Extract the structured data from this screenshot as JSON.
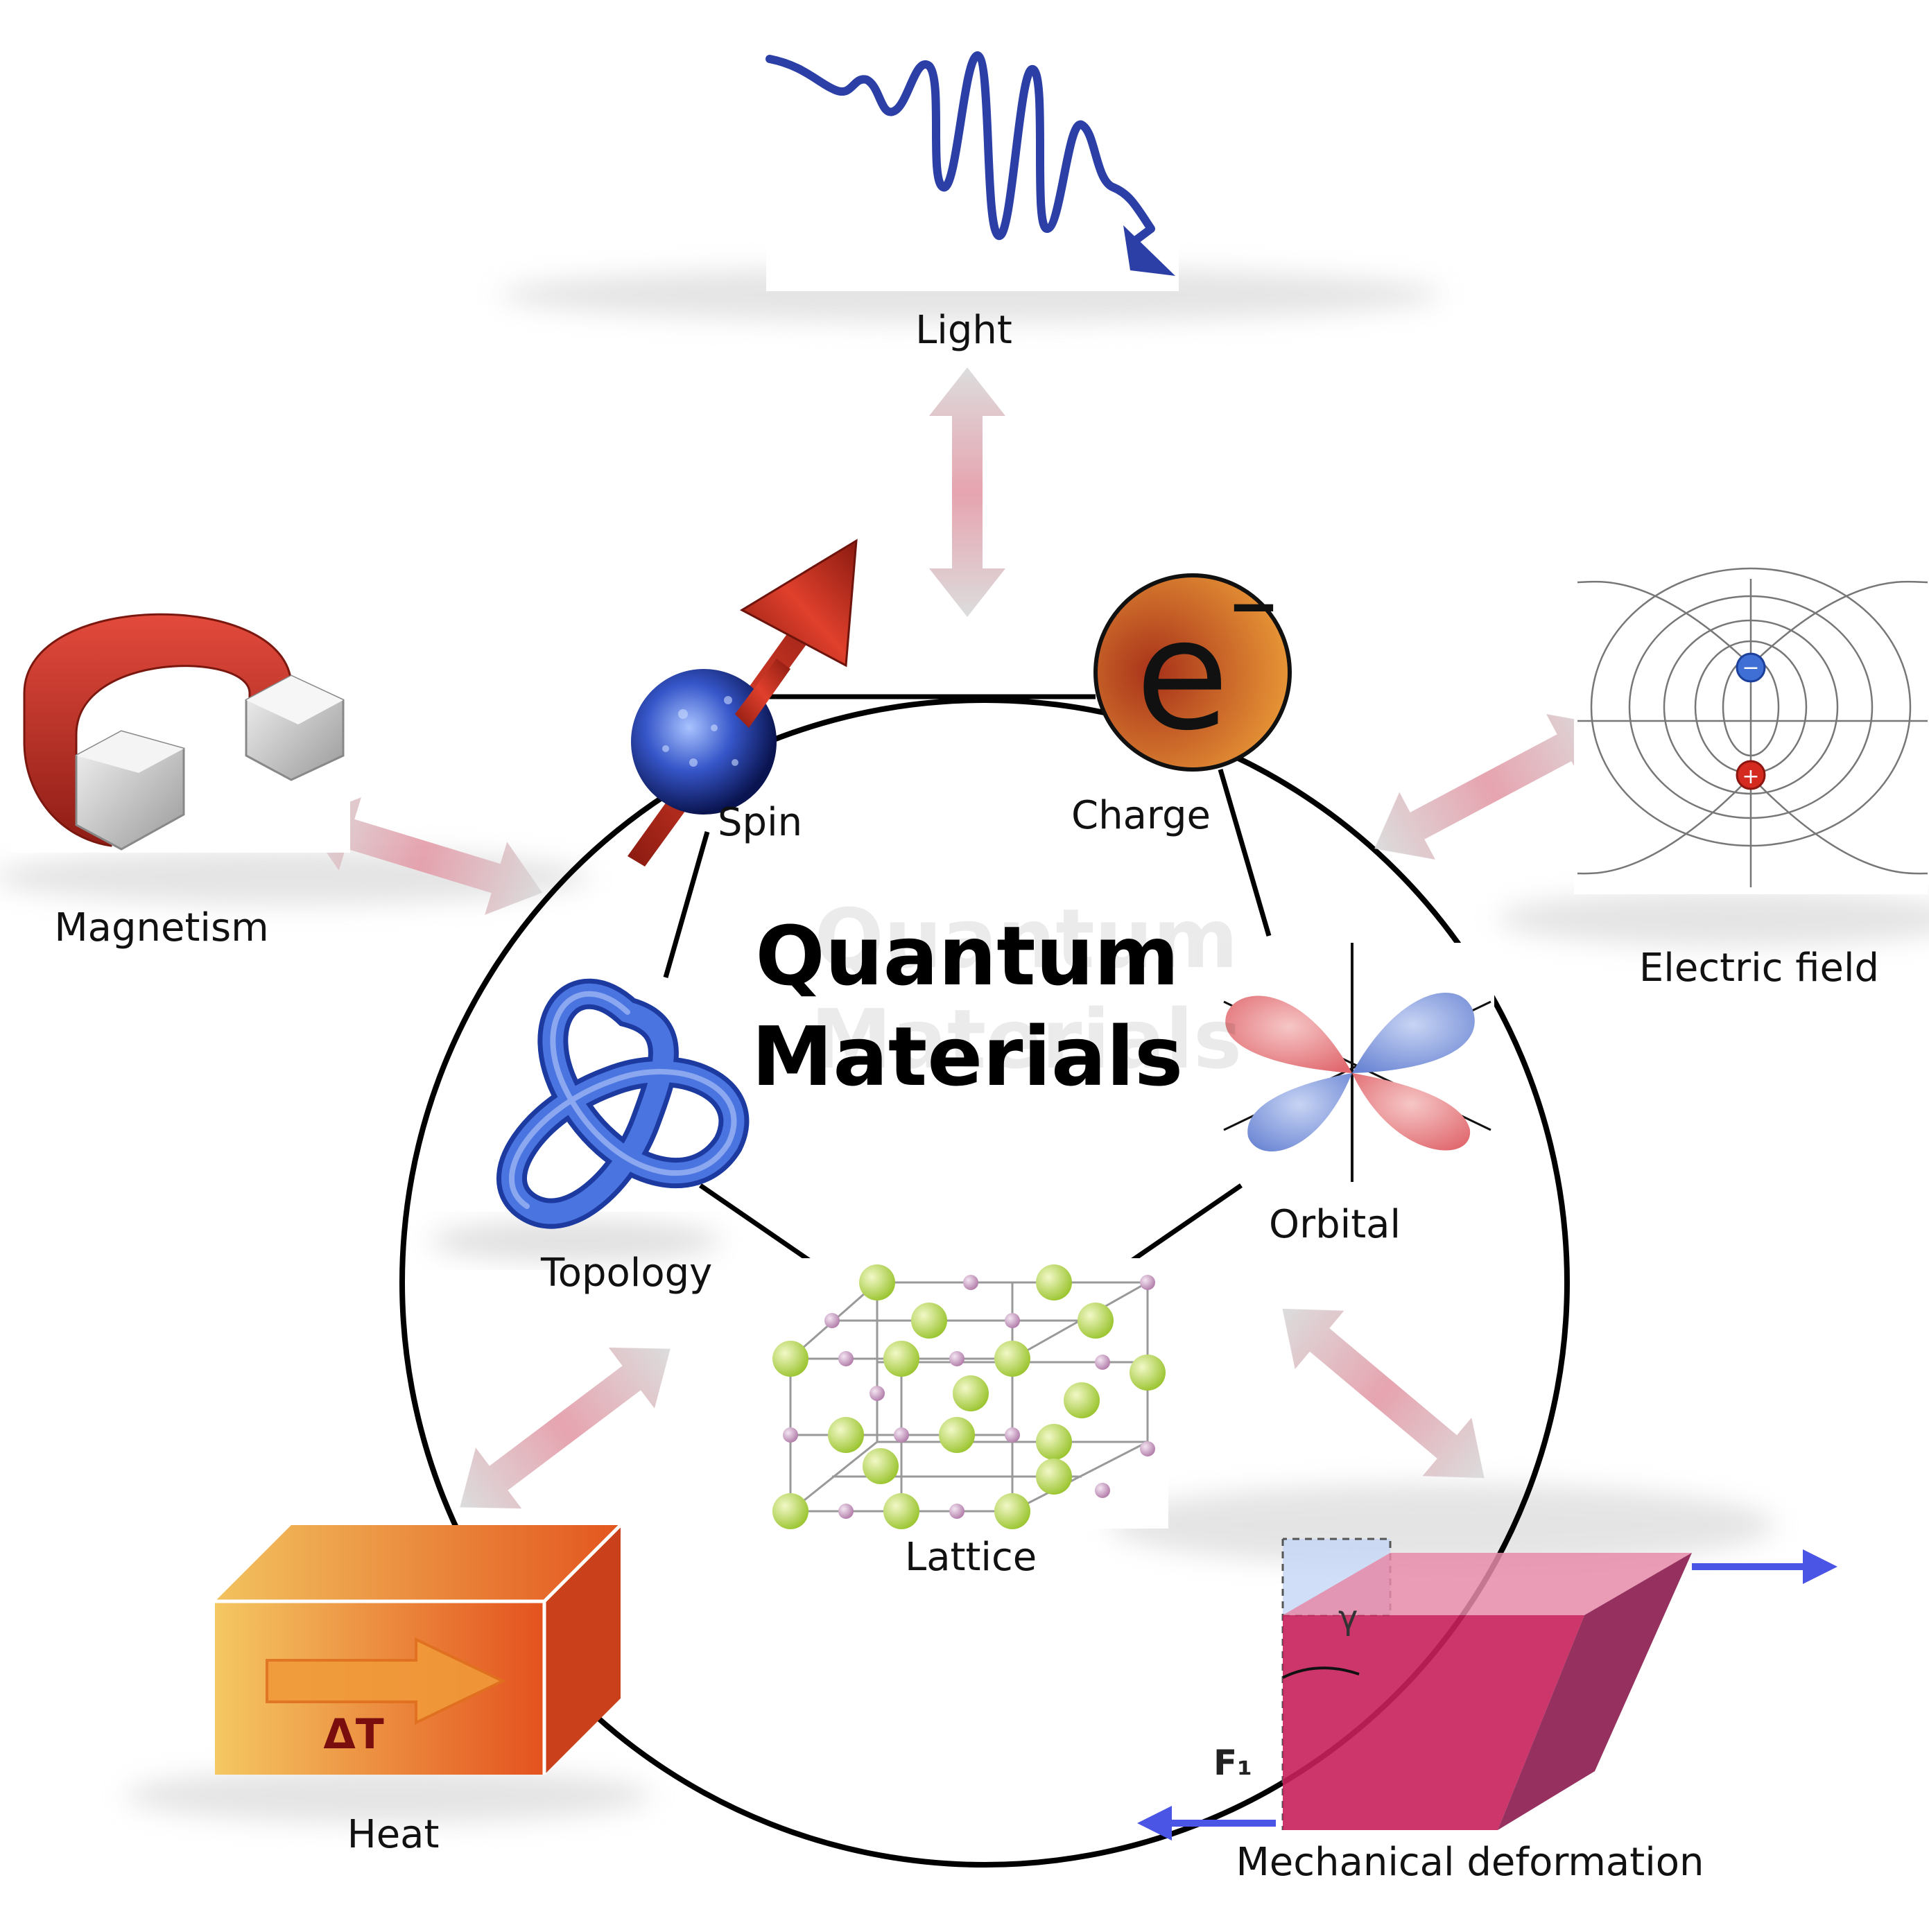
{
  "title": {
    "line1": "Quantum",
    "line2": "Materials"
  },
  "inner_nodes": {
    "spin": "Spin",
    "charge": "Charge",
    "charge_symbol": "e",
    "charge_superscript": "−",
    "orbital": "Orbital",
    "lattice": "Lattice",
    "topology": "Topology"
  },
  "external_stimuli": {
    "light": "Light",
    "magnetism": "Magnetism",
    "electric_field": "Electric field",
    "heat": "Heat",
    "heat_symbol": "ΔT",
    "mechanical_deformation": "Mechanical deformation",
    "shear_angle": "γ",
    "force_label": "F₁"
  },
  "colors": {
    "arrow_pink": "#e3a3ad",
    "circle": "#000000",
    "light_wave": "#2b3fa6",
    "magnet_red": "#c4322a",
    "charge_orange": "#e2762a",
    "orbital_red": "#e98a8e",
    "orbital_blue": "#7f97d9",
    "knot_blue": "#3d64d1",
    "lattice_green": "#b6d24a",
    "lattice_pink": "#c896c2",
    "heat_orange": "#e86a25",
    "deform_magenta": "#c8205a",
    "force_arrow": "#4a55e6"
  }
}
